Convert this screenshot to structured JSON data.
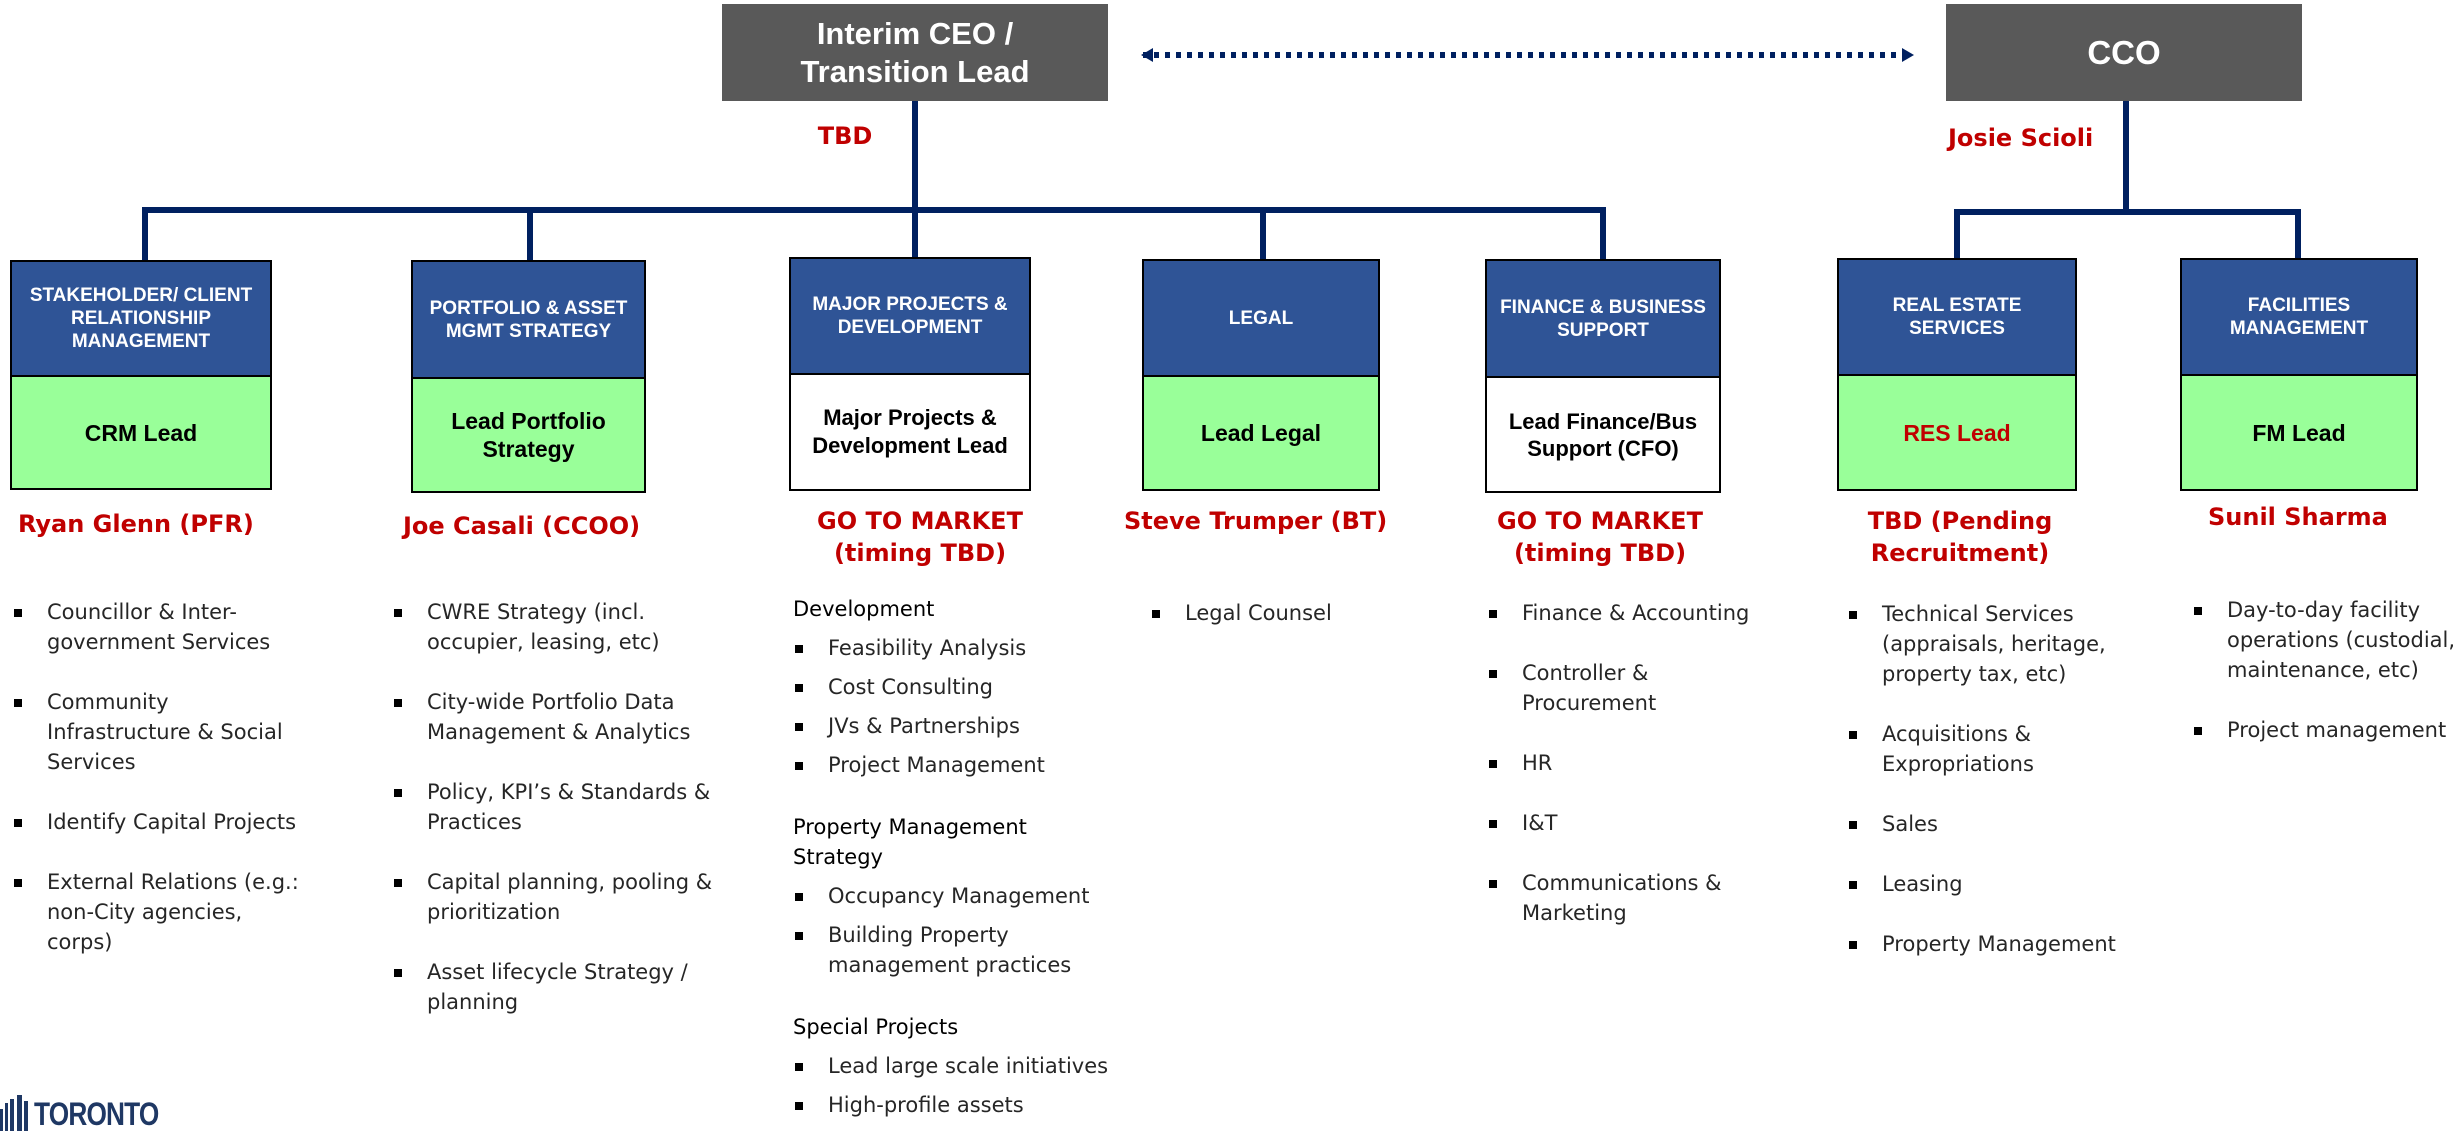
{
  "ceo": {
    "title": "Interim CEO / Transition Lead",
    "name": "TBD"
  },
  "cco": {
    "title": "CCO",
    "name": "Josie Scioli"
  },
  "colors": {
    "header_blue": "#2f5496",
    "lead_green": "#99ff99",
    "top_gray": "#595959",
    "name_red": "#c00000",
    "connector_navy": "#002060"
  },
  "units": [
    {
      "header": "STAKEHOLDER/ CLIENT RELATIONSHIP MANAGEMENT",
      "lead": "CRM Lead",
      "person": "Ryan Glenn (PFR)",
      "bullets": [
        "Councillor & Inter-government  Services",
        "Community Infrastructure & Social Services",
        "Identify Capital Projects",
        "External Relations (e.g.: non-City agencies, corps)"
      ]
    },
    {
      "header": "PORTFOLIO & ASSET MGMT STRATEGY",
      "lead": "Lead Portfolio Strategy",
      "person": "Joe Casali (CCOO)",
      "bullets": [
        "CWRE Strategy (incl. occupier, leasing, etc)",
        "City-wide Portfolio Data Management & Analytics",
        "Policy, KPI’s & Standards & Practices",
        "Capital planning, pooling & prioritization",
        "Asset lifecycle Strategy / planning"
      ]
    },
    {
      "header": "MAJOR PROJECTS & DEVELOPMENT",
      "lead": "Major Projects & Development Lead",
      "person": "GO TO MARKET (timing TBD)",
      "sections": [
        {
          "title": "Development",
          "items": [
            "Feasibility Analysis",
            "Cost Consulting",
            "JVs & Partnerships",
            "Project Management"
          ]
        },
        {
          "title": "Property Management Strategy",
          "items": [
            "Occupancy Management",
            "Building Property management practices"
          ]
        },
        {
          "title": "Special Projects",
          "items": [
            "Lead large scale initiatives",
            "High-profile assets"
          ]
        }
      ]
    },
    {
      "header": "LEGAL",
      "lead": "Lead Legal",
      "person": "Steve Trumper (BT)",
      "bullets": [
        "Legal Counsel"
      ]
    },
    {
      "header": "FINANCE & BUSINESS SUPPORT",
      "lead": "Lead Finance/Bus Support (CFO)",
      "person": "GO TO MARKET (timing TBD)",
      "bullets": [
        "Finance & Accounting",
        "Controller & Procurement",
        "HR",
        "I&T",
        "Communications & Marketing"
      ]
    },
    {
      "header": "REAL ESTATE SERVICES",
      "lead": "RES Lead",
      "person": "TBD (Pending Recruitment)",
      "bullets": [
        "Technical Services (appraisals, heritage, property tax, etc)",
        "Acquisitions & Expropriations",
        "Sales",
        "Leasing",
        "Property Management"
      ]
    },
    {
      "header": "FACILITIES MANAGEMENT",
      "lead": "FM Lead",
      "person": "Sunil Sharma",
      "bullets": [
        "Day-to-day facility operations (custodial, maintenance, etc)",
        "Project management"
      ]
    }
  ],
  "logo": {
    "text": "TORONTO",
    "icon": "toronto-city-hall-icon"
  }
}
